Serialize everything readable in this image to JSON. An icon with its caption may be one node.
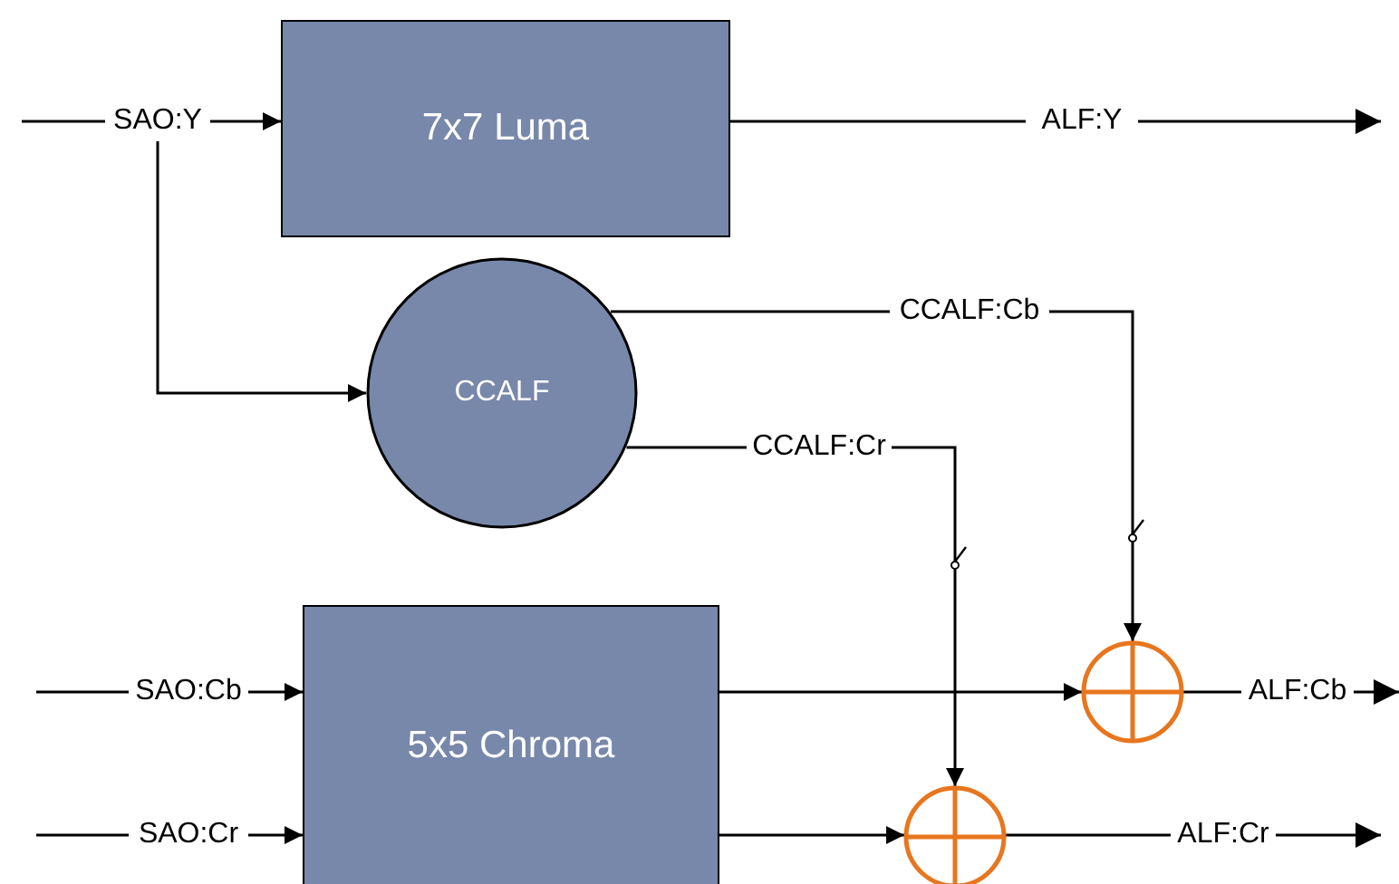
{
  "diagram": {
    "nodes": [
      {
        "text": [
          "SAO:Y"
        ]
      },
      {
        "text": [
          "7x7 Luma"
        ]
      },
      {
        "text": [
          "ALF:Y"
        ]
      },
      {
        "text": [
          "CCALF"
        ]
      },
      {
        "text": [
          "CCALF:Cb"
        ]
      },
      {
        "text": [
          "CCALF:Cr"
        ]
      },
      {
        "text": [
          "SAO:Cb"
        ]
      },
      {
        "text": [
          "SAO:Cr"
        ]
      },
      {
        "text": [
          "5x5 Chroma"
        ]
      },
      {
        "text": [],
        "shape": "circle"
      },
      {
        "text": [],
        "shape": "circle"
      },
      {
        "text": [
          "ALF:Cb"
        ]
      },
      {
        "text": [
          "ALF:Cr"
        ]
      }
    ],
    "edges": [
      {
        "from": null,
        "to": 0,
        "arrow": "none"
      },
      {
        "from": 0,
        "to": 1,
        "arrow": "to"
      },
      {
        "from": 0,
        "to": 3,
        "arrow": "to"
      },
      {
        "from": 1,
        "to": 2,
        "arrow": "none"
      },
      {
        "from": 2,
        "to": null,
        "arrow": "to"
      },
      {
        "from": 3,
        "to": 4,
        "arrow": "none"
      },
      {
        "from": 3,
        "to": 5,
        "arrow": "none"
      },
      {
        "from": 4,
        "to": 9,
        "arrow": "to"
      },
      {
        "from": 5,
        "to": 10,
        "arrow": "to"
      },
      {
        "from": null,
        "to": 6,
        "arrow": "none"
      },
      {
        "from": 6,
        "to": 8,
        "arrow": "to"
      },
      {
        "from": null,
        "to": 7,
        "arrow": "none"
      },
      {
        "from": 7,
        "to": 8,
        "arrow": "to"
      },
      {
        "from": 8,
        "to": 9,
        "arrow": "to"
      },
      {
        "from": 8,
        "to": 10,
        "arrow": "to"
      },
      {
        "from": 9,
        "to": 11,
        "arrow": "none"
      },
      {
        "from": 11,
        "to": null,
        "arrow": "to"
      },
      {
        "from": 10,
        "to": 12,
        "arrow": "none"
      },
      {
        "from": 12,
        "to": null,
        "arrow": "to"
      }
    ]
  }
}
